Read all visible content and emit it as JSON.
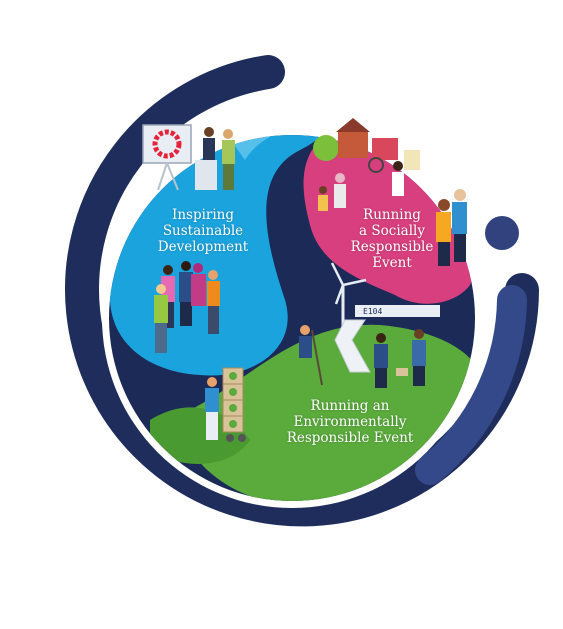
{
  "segments": [
    {
      "id": "inspiring",
      "lines": [
        "Inspiring",
        "Sustainable",
        "Development"
      ],
      "color": "#1ba3dd"
    },
    {
      "id": "social",
      "lines": [
        "Running",
        "a Socially",
        "Responsible",
        "Event"
      ],
      "color": "#d83f7e"
    },
    {
      "id": "environmental",
      "lines": [
        "Running an",
        "Environmentally",
        "Responsible Event"
      ],
      "color": "#5aaa3c"
    }
  ],
  "sign_text": "E104",
  "colors": {
    "ring": "#1f2d5c",
    "center": "#1b2a57",
    "ring_light": "#354a86"
  }
}
